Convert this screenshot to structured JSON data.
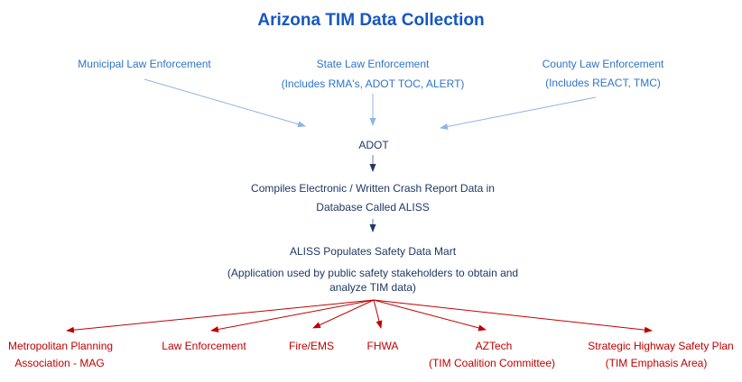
{
  "title": {
    "text": "Arizona TIM Data Collection"
  },
  "colors": {
    "title_blue": "#1557C0",
    "label_blue": "#2E74C9",
    "connector_light_blue": "#8EB4E3",
    "connector_gray_blue": "#8496B0",
    "dark_navy": "#1F3864",
    "red": "#C00000",
    "background": "#FFFFFF"
  },
  "sources": {
    "municipal": {
      "label": "Municipal Law Enforcement"
    },
    "state": {
      "label": "State Law Enforcement",
      "sublabel": "(Includes RMA's, ADOT TOC, ALERT)"
    },
    "county": {
      "label": "County Law Enforcement",
      "sublabel": "(Includes REACT, TMC)"
    }
  },
  "adot": {
    "label": "ADOT"
  },
  "compiles": {
    "line1": "Compiles Electronic / Written Crash Report Data in",
    "line2": "Database Called ALISS"
  },
  "safety_data_mart": {
    "label": "ALISS Populates Safety Data Mart",
    "note_line1": "(Application used by public safety stakeholders to obtain and",
    "note_line2": "analyze TIM data)"
  },
  "outputs": {
    "mag": {
      "label": "Metropolitan Planning",
      "sublabel": "Association - MAG"
    },
    "law_enforcement": {
      "label": "Law Enforcement"
    },
    "fire_ems": {
      "label": "Fire/EMS"
    },
    "fhwa": {
      "label": "FHWA"
    },
    "aztech": {
      "label": "AZTech",
      "sublabel": "(TIM Coalition Committee)"
    },
    "shsp": {
      "label": "Strategic Highway Safety Plan",
      "sublabel": "(TIM Emphasis Area)"
    }
  }
}
